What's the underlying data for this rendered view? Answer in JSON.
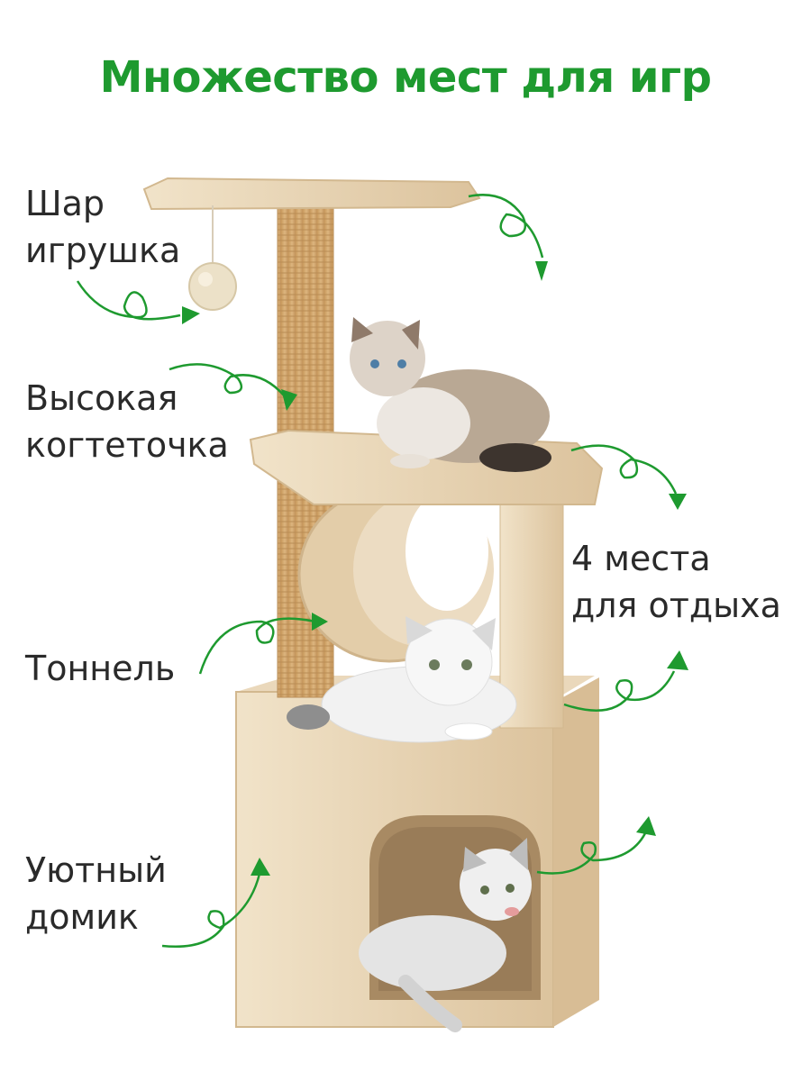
{
  "title": "Множество мест для игр",
  "labels": {
    "ball": [
      "Шар",
      "игрушка"
    ],
    "scratcher": [
      "Высокая",
      "когтеточка"
    ],
    "tunnel": [
      "Тоннель"
    ],
    "house": [
      "Уютный",
      "домик"
    ],
    "rest": [
      "4 места",
      "для отдыха"
    ]
  },
  "colors": {
    "accent": "#1e9a2f",
    "plush": "#e9d6b8",
    "sisal": "#d3aa72"
  }
}
